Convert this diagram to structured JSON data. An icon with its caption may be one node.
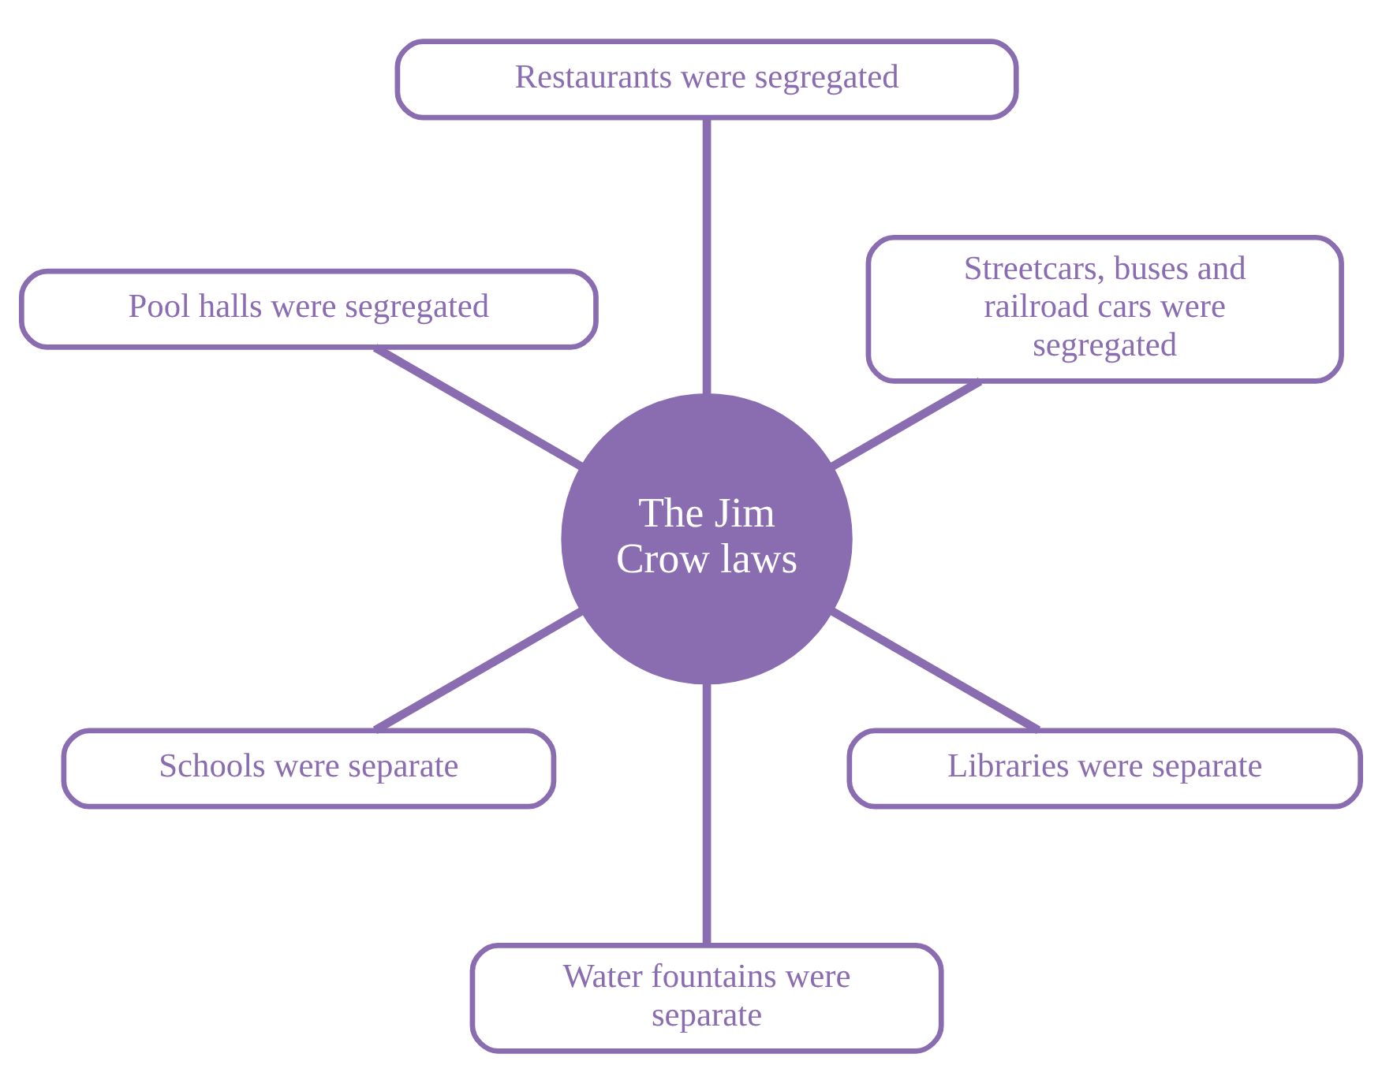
{
  "diagram": {
    "nodes": [
      {
        "text": [
          "The Jim Crow laws"
        ]
      },
      {
        "text": [
          "Streetcars, buses and railroad cars were segregated"
        ]
      },
      {
        "text": [
          "Restaurants were segregated"
        ]
      },
      {
        "text": [
          "Pool halls were segregated"
        ]
      },
      {
        "text": [
          "Schools were separate"
        ]
      },
      {
        "text": [
          "Water fountains were separate"
        ]
      },
      {
        "text": [
          "Libraries were separate"
        ]
      }
    ],
    "edges": [
      {
        "from": 0,
        "to": 1,
        "arrow": "none"
      },
      {
        "from": 0,
        "to": 2,
        "arrow": "none"
      },
      {
        "from": 0,
        "to": 3,
        "arrow": "none"
      },
      {
        "from": 0,
        "to": 4,
        "arrow": "none"
      },
      {
        "from": 0,
        "to": 5,
        "arrow": "none"
      },
      {
        "from": 0,
        "to": 6,
        "arrow": "none"
      }
    ]
  }
}
